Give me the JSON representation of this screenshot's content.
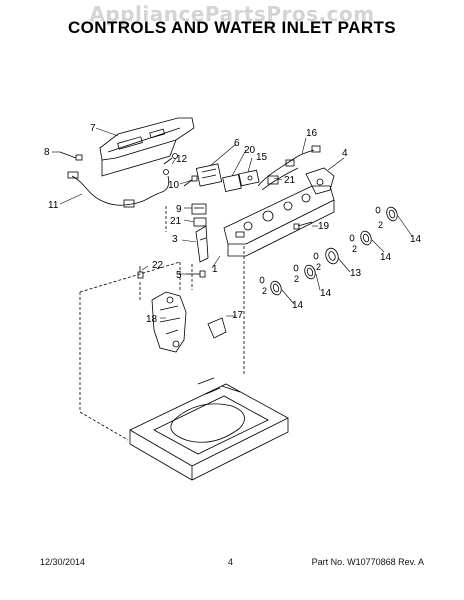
{
  "header": {
    "watermark": "AppliancePartsPros.com",
    "title": "CONTROLS AND WATER INLET PARTS"
  },
  "callouts": [
    "1",
    "2",
    "3",
    "4",
    "5",
    "6",
    "7",
    "8",
    "9",
    "10",
    "11",
    "12",
    "13",
    "14",
    "15",
    "16",
    "17",
    "18",
    "19",
    "20",
    "21",
    "22"
  ],
  "footer": {
    "date": "12/30/2014",
    "page": "4",
    "part_number": "Part No. W10770868  Rev. A"
  }
}
